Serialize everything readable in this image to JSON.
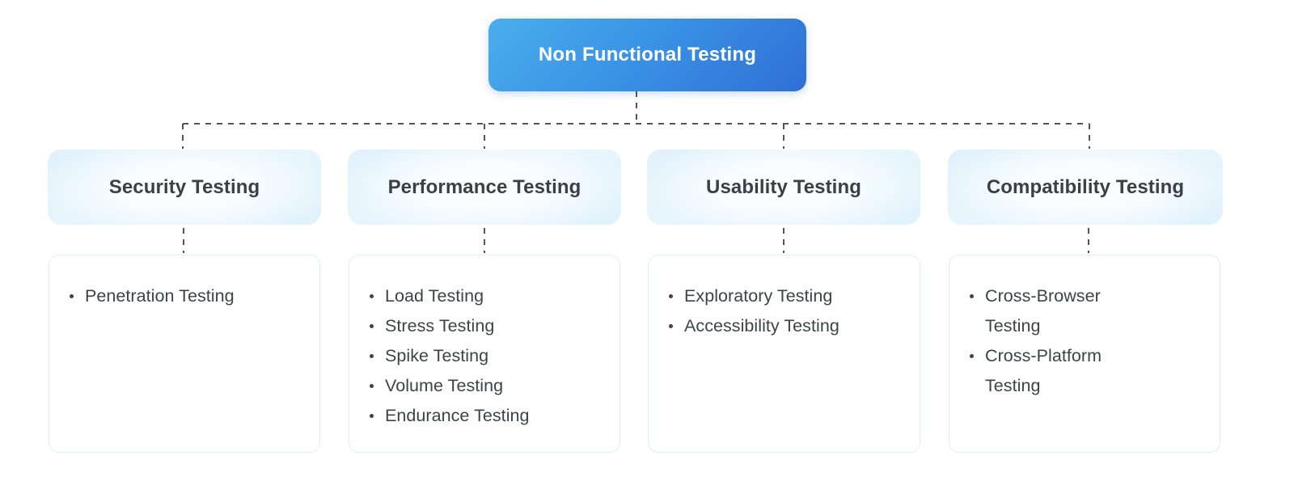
{
  "diagram": {
    "title": "Non Functional Testing",
    "type": "hierarchy-tree",
    "root": {
      "label": "Non Functional Testing",
      "text_color": "#ffffff",
      "gradient_from": "#4aaeeb",
      "gradient_to": "#2f6fd6"
    },
    "connector": {
      "style": "dashed",
      "color": "#4a5568",
      "width": 2,
      "dash": "7 7"
    },
    "colors": {
      "category_fill_from": "#dff0fb",
      "category_fill_to": "#eef8fe",
      "category_text": "#3b4045",
      "list_border": "#dceefb",
      "list_fill": "#ffffff",
      "list_text": "#3d4349",
      "background": "#ffffff"
    },
    "branches": [
      {
        "label": "Security Testing",
        "items": [
          "Penetration Testing"
        ]
      },
      {
        "label": "Performance Testing",
        "items": [
          "Load Testing",
          "Stress Testing",
          "Spike Testing",
          "Volume Testing",
          "Endurance Testing"
        ]
      },
      {
        "label": "Usability Testing",
        "items": [
          "Exploratory Testing",
          "Accessibility Testing"
        ]
      },
      {
        "label": "Compatibility Testing",
        "items": [
          "Cross-Browser Testing",
          "Cross-Platform Testing"
        ]
      }
    ]
  }
}
